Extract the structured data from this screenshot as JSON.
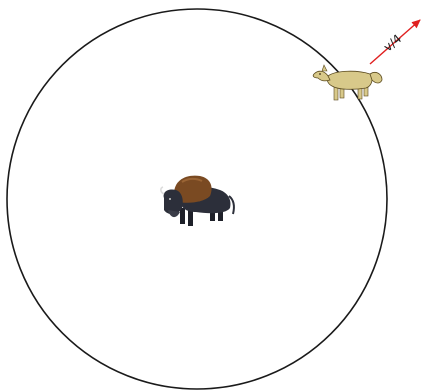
{
  "figure": {
    "center_animal": "bison",
    "edge_animal": "wolf",
    "arrow_label": "v/4",
    "colors": {
      "circle": "#1a1a1a",
      "arrow": "#e02020",
      "bison_hump": "#7a4a22",
      "bison_body": "#2c2f3a",
      "wolf_fur": "#d8c98a",
      "wolf_outline": "#5a4a1e"
    }
  }
}
